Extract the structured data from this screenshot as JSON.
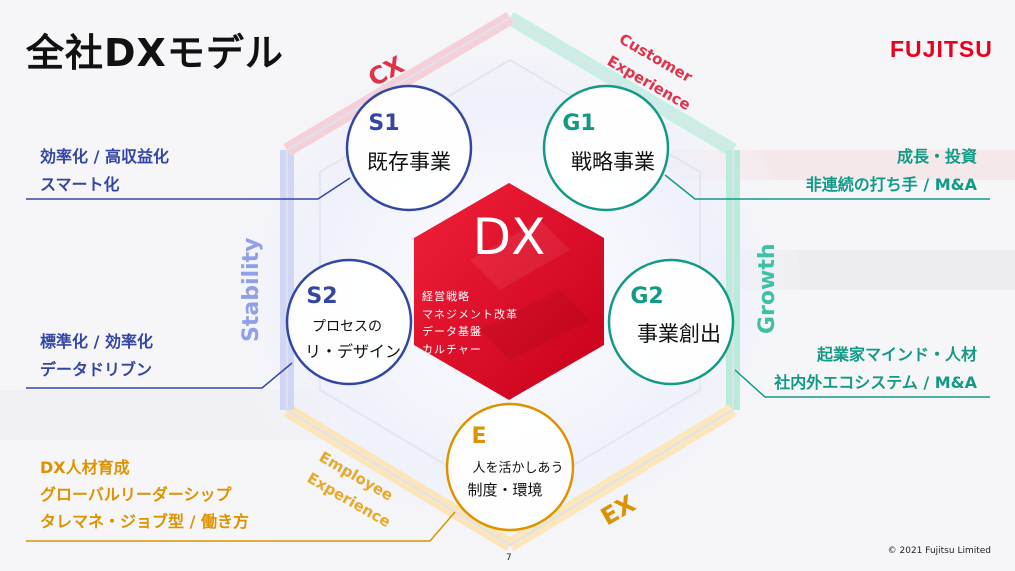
{
  "title": "全社DXモデル",
  "logo": "FUJITSU",
  "page_number": "7",
  "copyright": "© 2021 Fujitsu Limited",
  "center": {
    "label": "DX",
    "items": [
      "経営戦略",
      "マネジメント改革",
      "データ基盤",
      "カルチャー"
    ]
  },
  "nodes": {
    "s1": {
      "code": "S1",
      "name": "既存事業"
    },
    "g1": {
      "code": "G1",
      "name": "戦略事業"
    },
    "s2": {
      "code": "S2",
      "name_line1": "プロセスの",
      "name_line2": "リ・デザイン"
    },
    "g2": {
      "code": "G2",
      "name": "事業創出"
    },
    "e": {
      "code": "E",
      "name_line1": "人を活かしあう",
      "name_line2": "制度・環境"
    }
  },
  "axis_labels": {
    "cx": "CX",
    "customer_experience_1": "Customer",
    "customer_experience_2": "Experience",
    "stability": "Stability",
    "growth": "Growth",
    "ex": "EX",
    "employee_experience_1": "Employee",
    "employee_experience_2": "Experience"
  },
  "captions": {
    "s1": [
      "効率化 / 高収益化",
      "スマート化"
    ],
    "s2": [
      "標準化 / 効率化",
      "データドリブン"
    ],
    "g1": [
      "成長・投資",
      "非連続の打ち手 / M&A"
    ],
    "g2": [
      "起業家マインド・人材",
      "社内外エコシステム / M&A"
    ],
    "e": [
      "DX人材育成",
      "グローバルリーダーシップ",
      "タレマネ・ジョブ型 / 働き方"
    ]
  },
  "colors": {
    "red": "#e8001c",
    "blue": "#3346a4",
    "green": "#139a86",
    "orange": "#dd9300",
    "cx_red": "#e0334a",
    "stability_blue": "#8fa0e8",
    "growth_green": "#3fc0a5"
  }
}
